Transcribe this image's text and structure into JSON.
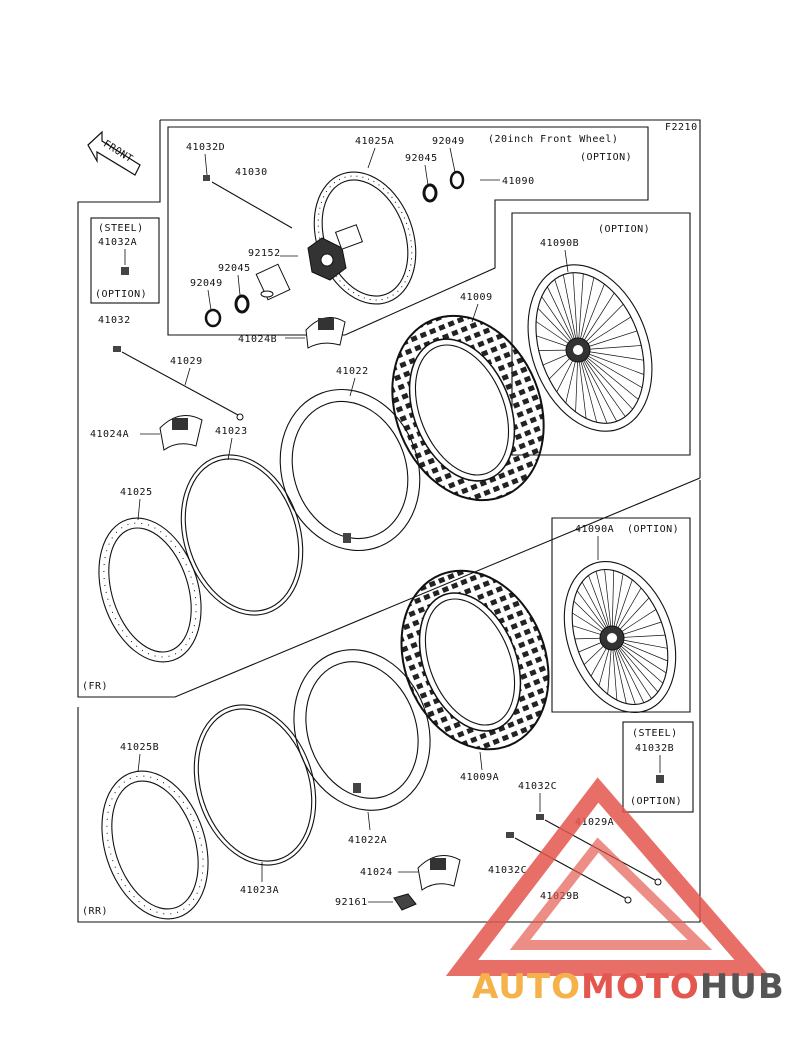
{
  "code": "F2210",
  "front_arrow": "FRONT",
  "front_wheel_note": {
    "line1": "(20inch Front Wheel)",
    "line2": "(OPTION)"
  },
  "option_label": "(OPTION)",
  "steel_label": "(STEEL)",
  "section_fr": "(FR)",
  "section_rr": "(RR)",
  "parts": {
    "p41032D": "41032D",
    "p41030": "41030",
    "p41025A": "41025A",
    "p92049_top": "92049",
    "p92045_top": "92045",
    "p41090": "41090",
    "p92152": "92152",
    "p92045_bot": "92045",
    "p92049_bot": "92049",
    "p41024B": "41024B",
    "p41009": "41009",
    "p41090B": "41090B",
    "p41032A": "41032A",
    "p41032": "41032",
    "p41029": "41029",
    "p41022": "41022",
    "p41024A": "41024A",
    "p41023": "41023",
    "p41025": "41025",
    "p41090A": "41090A",
    "p41009A": "41009A",
    "p41032B": "41032B",
    "p41025B": "41025B",
    "p41022A": "41022A",
    "p41023A": "41023A",
    "p41032C_top": "41032C",
    "p41029A": "41029A",
    "p41032C_bot": "41032C",
    "p41029B": "41029B",
    "p41024": "41024",
    "p92161": "92161"
  },
  "watermark": {
    "part1": "AUTO",
    "part2": "MOTO",
    "part3": "HUB",
    "color1": "#f5b24a",
    "color2": "#e4574e",
    "color3": "#555555"
  }
}
